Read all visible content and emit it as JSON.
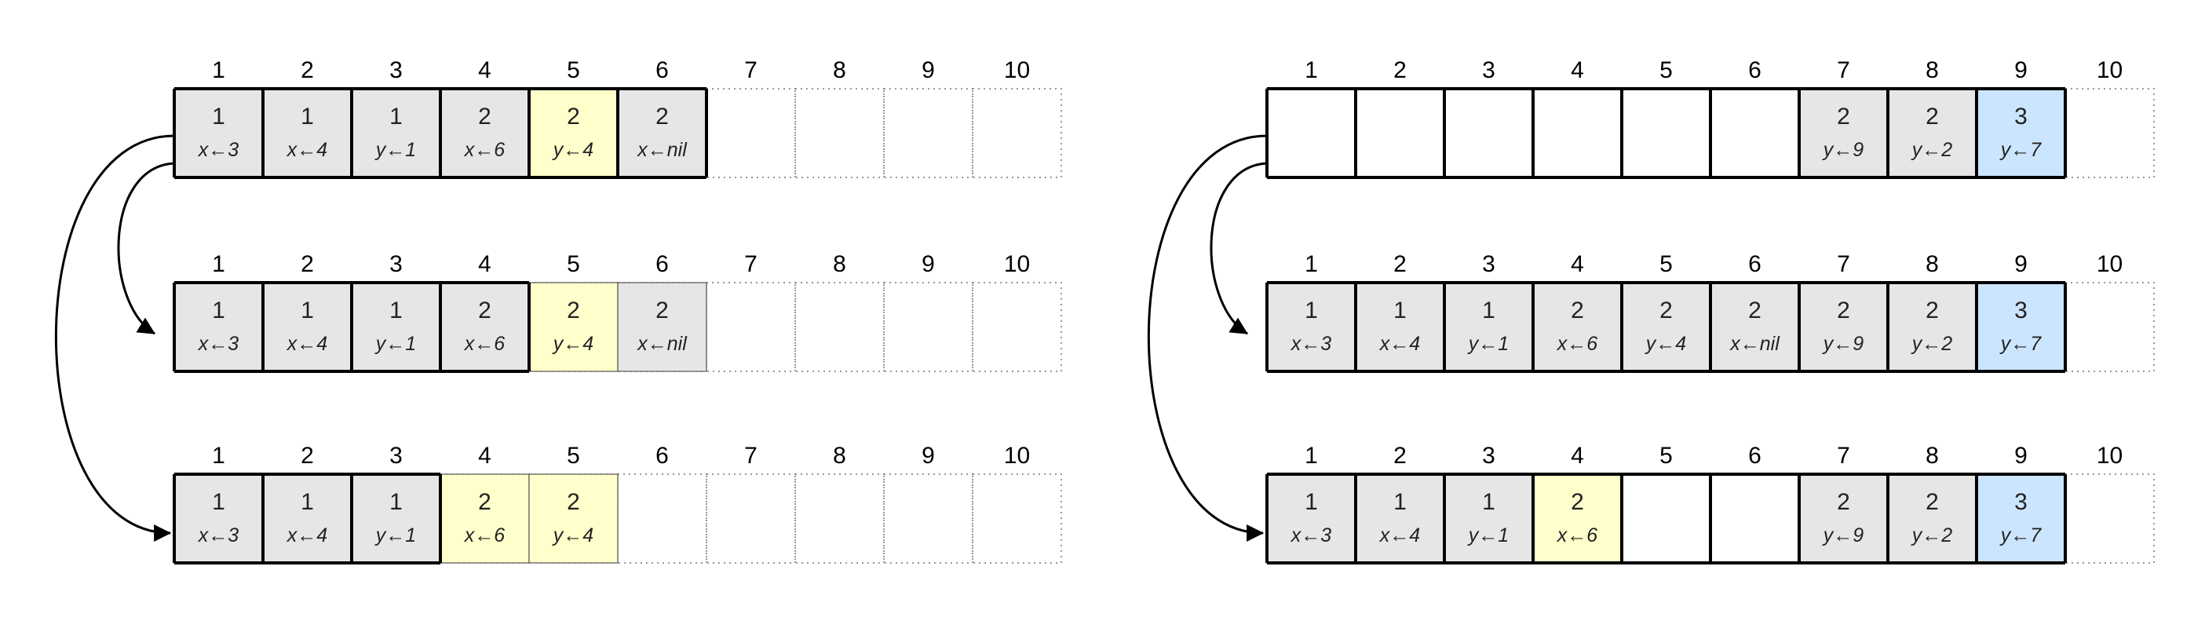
{
  "colors": {
    "gray": "#e6e6e6",
    "yellow": "#ffffcc",
    "blue": "#cce5ff",
    "empty": "#ffffff"
  },
  "diagrams": [
    {
      "id": "left",
      "rows": [
        {
          "indices": [
            "1",
            "2",
            "3",
            "4",
            "5",
            "6",
            "7",
            "8",
            "9",
            "10"
          ],
          "cells": [
            {
              "top": "1",
              "op": "x←3",
              "color": "gray"
            },
            {
              "top": "1",
              "op": "x←4",
              "color": "gray"
            },
            {
              "top": "1",
              "op": "y←1",
              "color": "gray"
            },
            {
              "top": "2",
              "op": "x←6",
              "color": "gray"
            },
            {
              "top": "2",
              "op": "y←4",
              "color": "yellow"
            },
            {
              "top": "2",
              "op": "x←nil",
              "color": "gray"
            },
            null,
            null,
            null,
            null
          ],
          "bold": [
            1,
            6
          ]
        },
        {
          "indices": [
            "1",
            "2",
            "3",
            "4",
            "5",
            "6",
            "7",
            "8",
            "9",
            "10"
          ],
          "cells": [
            {
              "top": "1",
              "op": "x←3",
              "color": "gray"
            },
            {
              "top": "1",
              "op": "x←4",
              "color": "gray"
            },
            {
              "top": "1",
              "op": "y←1",
              "color": "gray"
            },
            {
              "top": "2",
              "op": "x←6",
              "color": "gray"
            },
            {
              "top": "2",
              "op": "y←4",
              "color": "yellow"
            },
            {
              "top": "2",
              "op": "x←nil",
              "color": "gray"
            },
            null,
            null,
            null,
            null
          ],
          "bold": [
            1,
            4
          ]
        },
        {
          "indices": [
            "1",
            "2",
            "3",
            "4",
            "5",
            "6",
            "7",
            "8",
            "9",
            "10"
          ],
          "cells": [
            {
              "top": "1",
              "op": "x←3",
              "color": "gray"
            },
            {
              "top": "1",
              "op": "x←4",
              "color": "gray"
            },
            {
              "top": "1",
              "op": "y←1",
              "color": "gray"
            },
            {
              "top": "2",
              "op": "x←6",
              "color": "yellow"
            },
            {
              "top": "2",
              "op": "y←4",
              "color": "yellow"
            },
            null,
            null,
            null,
            null,
            null
          ],
          "bold": [
            1,
            3
          ]
        }
      ]
    },
    {
      "id": "right",
      "rows": [
        {
          "indices": [
            "1",
            "2",
            "3",
            "4",
            "5",
            "6",
            "7",
            "8",
            "9",
            "10"
          ],
          "cells": [
            {
              "top": "",
              "op": "",
              "color": "empty"
            },
            {
              "top": "",
              "op": "",
              "color": "empty"
            },
            {
              "top": "",
              "op": "",
              "color": "empty"
            },
            {
              "top": "",
              "op": "",
              "color": "empty"
            },
            {
              "top": "",
              "op": "",
              "color": "empty"
            },
            {
              "top": "",
              "op": "",
              "color": "empty"
            },
            {
              "top": "2",
              "op": "y←9",
              "color": "gray"
            },
            {
              "top": "2",
              "op": "y←2",
              "color": "gray"
            },
            {
              "top": "3",
              "op": "y←7",
              "color": "blue"
            },
            null
          ],
          "bold": [
            1,
            9
          ]
        },
        {
          "indices": [
            "1",
            "2",
            "3",
            "4",
            "5",
            "6",
            "7",
            "8",
            "9",
            "10"
          ],
          "cells": [
            {
              "top": "1",
              "op": "x←3",
              "color": "gray"
            },
            {
              "top": "1",
              "op": "x←4",
              "color": "gray"
            },
            {
              "top": "1",
              "op": "y←1",
              "color": "gray"
            },
            {
              "top": "2",
              "op": "x←6",
              "color": "gray"
            },
            {
              "top": "2",
              "op": "y←4",
              "color": "gray"
            },
            {
              "top": "2",
              "op": "x←nil",
              "color": "gray"
            },
            {
              "top": "2",
              "op": "y←9",
              "color": "gray"
            },
            {
              "top": "2",
              "op": "y←2",
              "color": "gray"
            },
            {
              "top": "3",
              "op": "y←7",
              "color": "blue"
            },
            null
          ],
          "bold": [
            1,
            9
          ]
        },
        {
          "indices": [
            "1",
            "2",
            "3",
            "4",
            "5",
            "6",
            "7",
            "8",
            "9",
            "10"
          ],
          "cells": [
            {
              "top": "1",
              "op": "x←3",
              "color": "gray"
            },
            {
              "top": "1",
              "op": "x←4",
              "color": "gray"
            },
            {
              "top": "1",
              "op": "y←1",
              "color": "gray"
            },
            {
              "top": "2",
              "op": "x←6",
              "color": "yellow"
            },
            {
              "top": "",
              "op": "",
              "color": "empty"
            },
            {
              "top": "",
              "op": "",
              "color": "empty"
            },
            {
              "top": "2",
              "op": "y←9",
              "color": "gray"
            },
            {
              "top": "2",
              "op": "y←2",
              "color": "gray"
            },
            {
              "top": "3",
              "op": "y←7",
              "color": "blue"
            },
            null
          ],
          "bold": [
            1,
            9
          ]
        }
      ]
    }
  ],
  "arrows": [
    {
      "diagram": "left",
      "from_row": 0,
      "to_row": 1
    },
    {
      "diagram": "left",
      "from_row": 0,
      "to_row": 2
    },
    {
      "diagram": "right",
      "from_row": 0,
      "to_row": 1
    },
    {
      "diagram": "right",
      "from_row": 0,
      "to_row": 2
    }
  ]
}
